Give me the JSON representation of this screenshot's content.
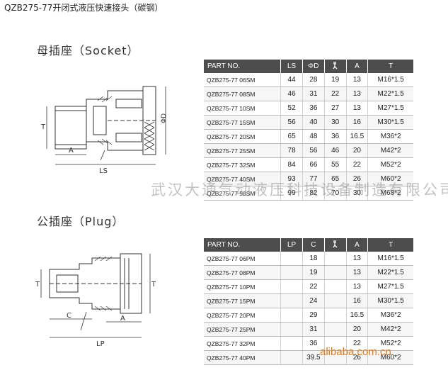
{
  "title": "QZB275-77开闭式液压快速接头（碳钢）",
  "socket": {
    "heading": "母插座（Socket）",
    "dims": {
      "t": "T",
      "phi_d": "ΦD",
      "a": "A",
      "ls": "LS"
    },
    "columns": [
      "PART NO.",
      "LS",
      "ΦD",
      "wrench-icon",
      "A",
      "T"
    ],
    "rows": [
      [
        "QZB275-77 06SM",
        "44",
        "28",
        "19",
        "13",
        "M16*1.5"
      ],
      [
        "QZB275-77 08SM",
        "46",
        "31",
        "22",
        "13",
        "M22*1.5"
      ],
      [
        "QZB275-77 10SM",
        "52",
        "36",
        "27",
        "13",
        "M27*1.5"
      ],
      [
        "QZB275-77 15SM",
        "56",
        "40",
        "30",
        "16",
        "M30*1.5"
      ],
      [
        "QZB275-77 20SM",
        "65",
        "48",
        "36",
        "16.5",
        "M36*2"
      ],
      [
        "QZB275-77 25SM",
        "78",
        "56",
        "46",
        "20",
        "M42*2"
      ],
      [
        "QZB275-77 32SM",
        "84",
        "66",
        "55",
        "22",
        "M52*2"
      ],
      [
        "QZB275-77 40SM",
        "93",
        "77",
        "65",
        "26",
        "M60*2"
      ],
      [
        "QZB275-77 50SM",
        "99",
        "82",
        "70",
        "30",
        "M68*2"
      ]
    ]
  },
  "plug": {
    "heading": "公插座（Plug）",
    "dims": {
      "t": "T",
      "c": "C",
      "a": "A",
      "lp": "LP"
    },
    "columns": [
      "PART NO.",
      "LP",
      "C",
      "wrench-icon",
      "A",
      "T"
    ],
    "rows": [
      [
        "QZB275-77 06PM",
        "",
        "18",
        "",
        "13",
        "M16*1.5"
      ],
      [
        "QZB275-77 08PM",
        "",
        "19",
        "",
        "13",
        "M22*1.5"
      ],
      [
        "QZB275-77 10PM",
        "",
        "22",
        "",
        "13",
        "M27*1.5"
      ],
      [
        "QZB275-77 15PM",
        "",
        "24",
        "",
        "16",
        "M30*1.5"
      ],
      [
        "QZB275-77 20PM",
        "",
        "29",
        "",
        "16.5",
        "M36*2"
      ],
      [
        "QZB275-77 25PM",
        "",
        "31",
        "",
        "20",
        "M42*2"
      ],
      [
        "QZB275-77 32PM",
        "",
        "36",
        "",
        "22",
        "M52*2"
      ],
      [
        "QZB275-77 40PM",
        "",
        "39.5",
        "",
        "26",
        "M60*2"
      ]
    ]
  },
  "watermark": "武汉大通气动液压科技设备制造有限公司",
  "site_watermark": "alibaba.com.cn"
}
